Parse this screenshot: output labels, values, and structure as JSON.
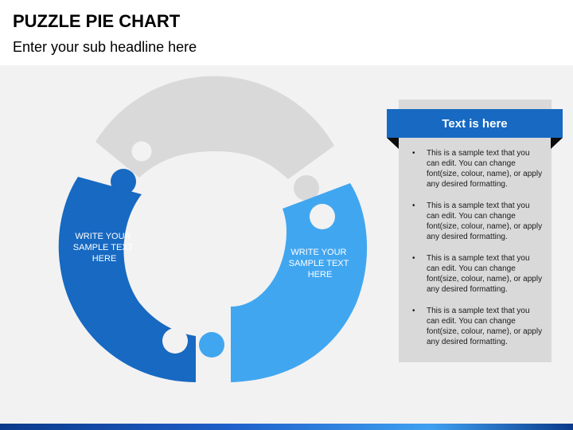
{
  "slide": {
    "title": "PUZZLE PIE CHART",
    "subtitle": "Enter your sub headline here"
  },
  "puzzle": {
    "pieces": [
      {
        "id": "top",
        "label_lines": [],
        "color": "#d9d9d9"
      },
      {
        "id": "left",
        "label_lines": [
          "WRITE YOUR",
          "SAMPLE  TEXT",
          "HERE"
        ],
        "color": "#1769c2"
      },
      {
        "id": "right",
        "label_lines": [
          "WRITE YOUR",
          "SAMPLE  TEXT",
          "HERE"
        ],
        "color": "#41a6f0"
      }
    ]
  },
  "panel": {
    "header": "Text is here",
    "header_color": "#1769c2",
    "bullet_symbol": "•",
    "bullets": [
      "This is a sample text that you can edit. You can change font(size, colour, name), or apply any desired formatting.",
      "This is a sample text that you can edit. You can change font(size, colour, name), or apply any desired formatting.",
      "This is a sample text that you can edit. You can change font(size, colour, name), or apply any desired formatting.",
      "This is a sample text that you can edit. You can change font(size, colour, name), or apply any desired formatting."
    ]
  }
}
